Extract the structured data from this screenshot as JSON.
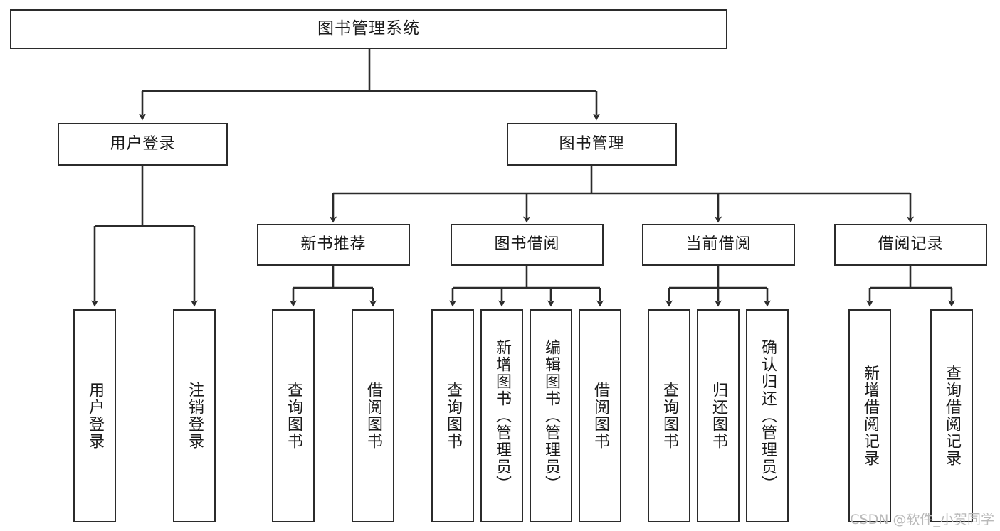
{
  "diagram": {
    "title": "图书管理系统",
    "type": "tree",
    "watermark": "CSDN @软件_小贺同学",
    "colors": {
      "background": "#ffffff",
      "node_border": "#2b2b2b",
      "node_fill": "#ffffff",
      "edge": "#2b2b2b",
      "text": "#1a1a1a",
      "watermark": "#b9b9b9"
    },
    "nodes": {
      "root": {
        "label": "图书管理系统"
      },
      "level2": [
        {
          "id": "user-login",
          "label": "用户登录"
        },
        {
          "id": "book-manage",
          "label": "图书管理"
        }
      ],
      "level3": [
        {
          "id": "new-book-recommend",
          "label": "新书推荐"
        },
        {
          "id": "book-borrow",
          "label": "图书借阅"
        },
        {
          "id": "current-borrow",
          "label": "当前借阅"
        },
        {
          "id": "borrow-record",
          "label": "借阅记录"
        }
      ],
      "leaves": [
        {
          "id": "leaf-user-login",
          "label": "用户登录",
          "parent": "user-login"
        },
        {
          "id": "leaf-logout",
          "label": "注销登录",
          "parent": "user-login"
        },
        {
          "id": "leaf-query-book-1",
          "label": "查询图书",
          "parent": "new-book-recommend"
        },
        {
          "id": "leaf-borrow-book-1",
          "label": "借阅图书",
          "parent": "new-book-recommend"
        },
        {
          "id": "leaf-query-book-2",
          "label": "查询图书",
          "parent": "book-borrow"
        },
        {
          "id": "leaf-add-book",
          "label": "新增图书（管理员）",
          "parent": "book-borrow"
        },
        {
          "id": "leaf-edit-book",
          "label": "编辑图书（管理员）",
          "parent": "book-borrow"
        },
        {
          "id": "leaf-borrow-book-2",
          "label": "借阅图书",
          "parent": "book-borrow"
        },
        {
          "id": "leaf-query-book-3",
          "label": "查询图书",
          "parent": "current-borrow"
        },
        {
          "id": "leaf-return-book",
          "label": "归还图书",
          "parent": "current-borrow"
        },
        {
          "id": "leaf-confirm-return",
          "label": "确认归还（管理员）",
          "parent": "current-borrow"
        },
        {
          "id": "leaf-add-record",
          "label": "新增借阅记录",
          "parent": "borrow-record"
        },
        {
          "id": "leaf-query-record",
          "label": "查询借阅记录",
          "parent": "borrow-record"
        }
      ]
    }
  }
}
